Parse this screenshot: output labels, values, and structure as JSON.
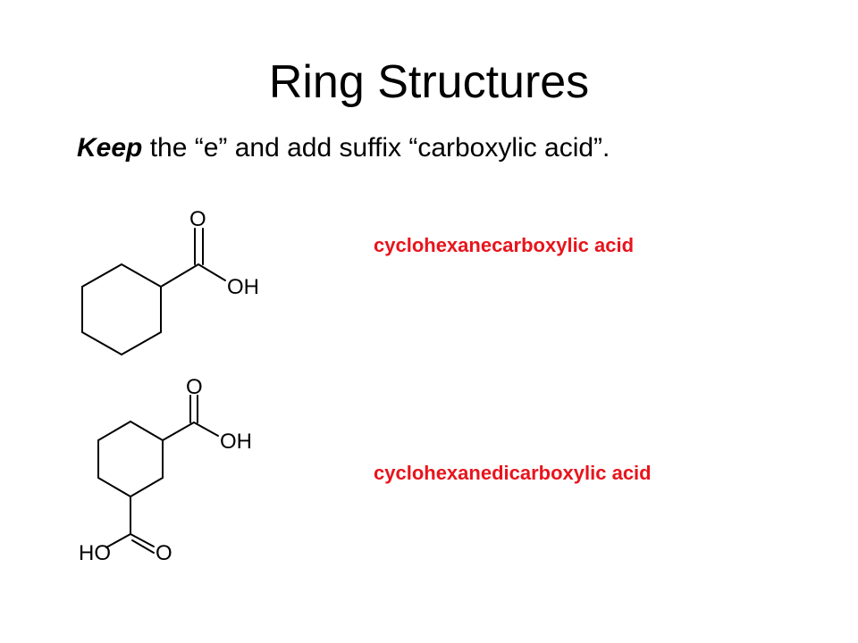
{
  "slide": {
    "title": "Ring Structures",
    "subtitle": {
      "keyword": "Keep",
      "rest": " the “e” and add suffix “carboxylic acid”."
    }
  },
  "structures": [
    {
      "name": "cyclohexanecarboxylic acid",
      "atoms": {
        "carbonyl_oxygen": "O",
        "hydroxyl": "OH"
      }
    },
    {
      "name": "cyclohexanedicarboxylic acid",
      "atoms": {
        "top_carbonyl_oxygen": "O",
        "top_hydroxyl": "OH",
        "bottom_hydroxyl": "HO",
        "bottom_carbonyl_oxygen": "O"
      }
    }
  ],
  "colors": {
    "name_text": "#e8141c",
    "bonds": "#000000",
    "background": "#ffffff"
  }
}
